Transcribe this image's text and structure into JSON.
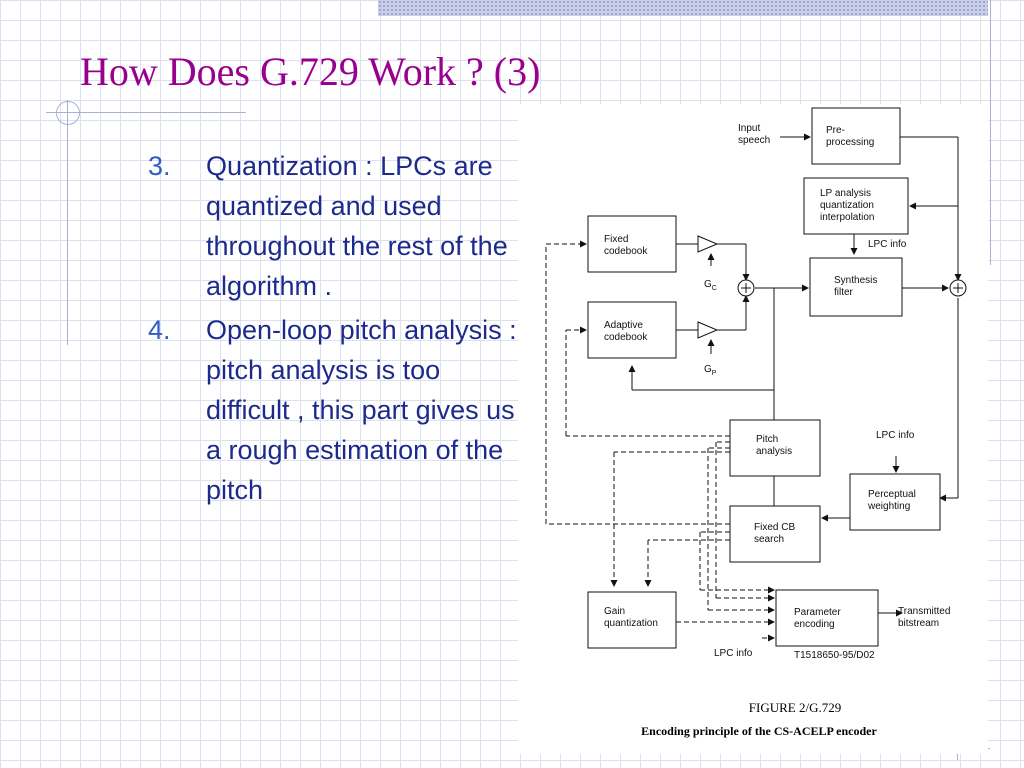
{
  "slide": {
    "title": "How Does G.729 Work ? (3)",
    "bullets": [
      {
        "number": "3.",
        "text": "Quantization : LPCs are quantized and used throughout the rest of the algorithm ."
      },
      {
        "number": "4.",
        "text": "Open-loop pitch analysis : pitch analysis is too difficult , this part gives us a rough estimation of the pitch"
      }
    ]
  },
  "figure": {
    "blocks": {
      "input_speech": [
        "Input",
        "speech"
      ],
      "preprocessing": [
        "Pre-",
        "processing"
      ],
      "lp_analysis": [
        "LP analysis",
        "quantization",
        "interpolation"
      ],
      "fixed_codebook": [
        "Fixed",
        "codebook"
      ],
      "adaptive_codebook": [
        "Adaptive",
        "codebook"
      ],
      "synthesis_filter": [
        "Synthesis",
        "filter"
      ],
      "pitch_analysis": [
        "Pitch",
        "analysis"
      ],
      "perceptual_weighting": [
        "Perceptual",
        "weighting"
      ],
      "fixed_cb_search": [
        "Fixed CB",
        "search"
      ],
      "gain_quantization": [
        "Gain",
        "quantization"
      ],
      "parameter_encoding": [
        "Parameter",
        "encoding"
      ],
      "transmitted_bitstream": [
        "Transmitted",
        "bitstream"
      ]
    },
    "labels": {
      "lpc_info_1": "LPC info",
      "lpc_info_2": "LPC info",
      "lpc_info_3": "LPC info",
      "gc": "G",
      "gc_sub": "C",
      "gp": "G",
      "gp_sub": "P",
      "ref_code": "T1518650-95/D02"
    },
    "caption_line1": "FIGURE  2/G.729",
    "caption_line2": "Encoding principle of the CS-ACELP encoder"
  }
}
